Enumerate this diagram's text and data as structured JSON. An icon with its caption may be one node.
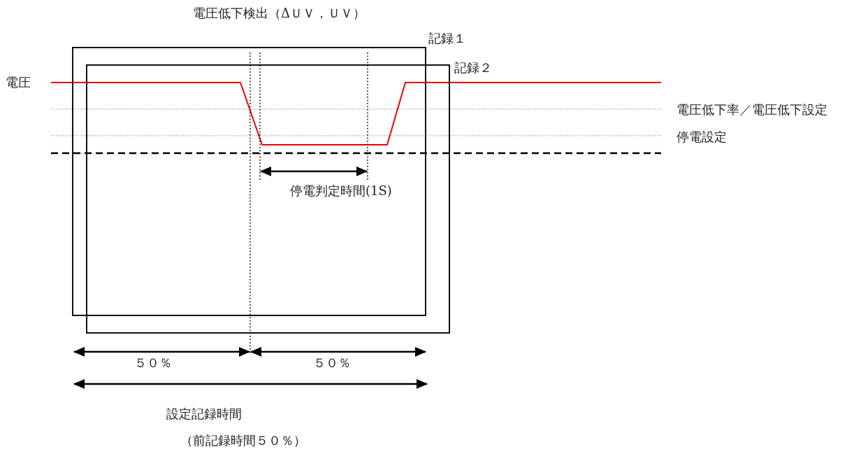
{
  "diagram": {
    "labels": [
      "電圧低下検出（ΔＵＶ，ＵＶ）",
      "記録１",
      "記録２",
      "電圧",
      "電圧低下率／電圧低下設定",
      "停電設定",
      "停電判定時間(1S)",
      "５０％",
      "５０％",
      "設定記録時間",
      "（前記録時間５０％）"
    ]
  }
}
